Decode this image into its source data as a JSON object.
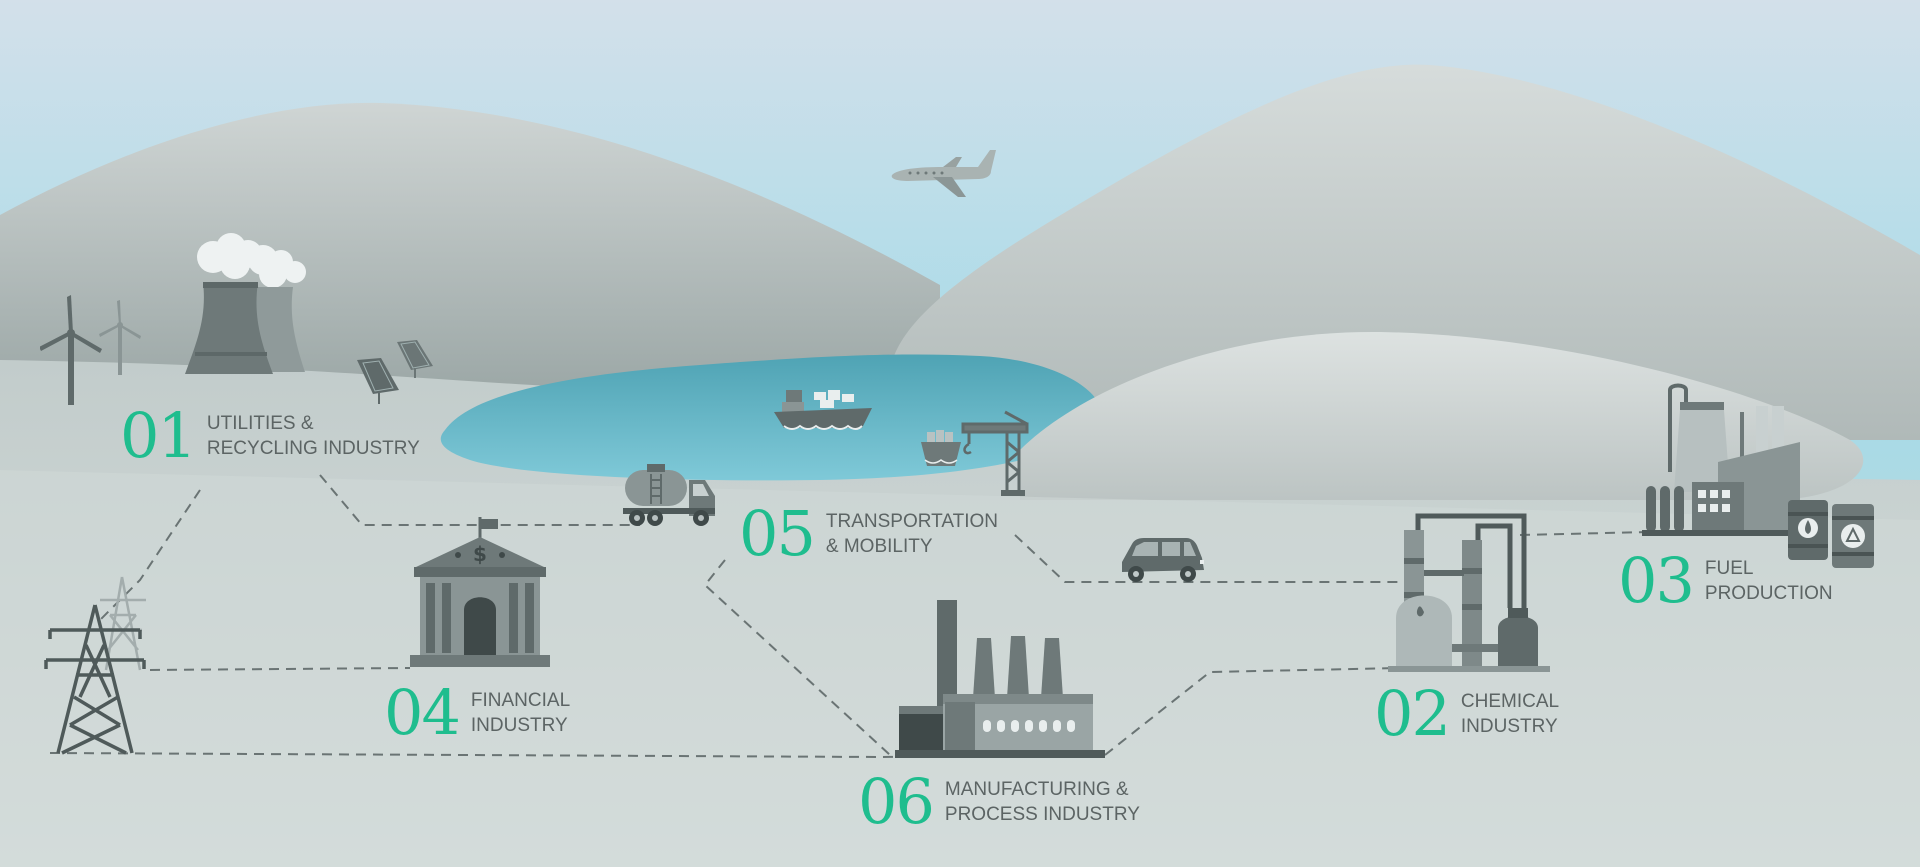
{
  "sectors": [
    {
      "number": "01",
      "line1": "UTILITIES &",
      "line2": "RECYCLING INDUSTRY"
    },
    {
      "number": "02",
      "line1": "CHEMICAL",
      "line2": "INDUSTRY"
    },
    {
      "number": "03",
      "line1": "FUEL",
      "line2": "PRODUCTION"
    },
    {
      "number": "04",
      "line1": "FINANCIAL",
      "line2": "INDUSTRY"
    },
    {
      "number": "05",
      "line1": "TRANSPORTATION",
      "line2": "& MOBILITY"
    },
    {
      "number": "06",
      "line1": "MANUFACTURING &",
      "line2": "PROCESS INDUSTRY"
    }
  ],
  "colors": {
    "accent": "#1fbd8e",
    "text": "#5c6464",
    "water": "#5fb6c8",
    "sky": "#a9dce6",
    "icon": "#5f6a6a"
  },
  "icons": [
    "wind-turbine-icon",
    "cooling-tower-icon",
    "solar-panel-icon",
    "power-pylon-icon",
    "bank-icon",
    "tanker-truck-icon",
    "cargo-ship-icon",
    "crane-icon",
    "airplane-icon",
    "car-icon",
    "factory-icon",
    "refinery-icon",
    "fuel-plant-icon",
    "oil-barrel-icon"
  ]
}
